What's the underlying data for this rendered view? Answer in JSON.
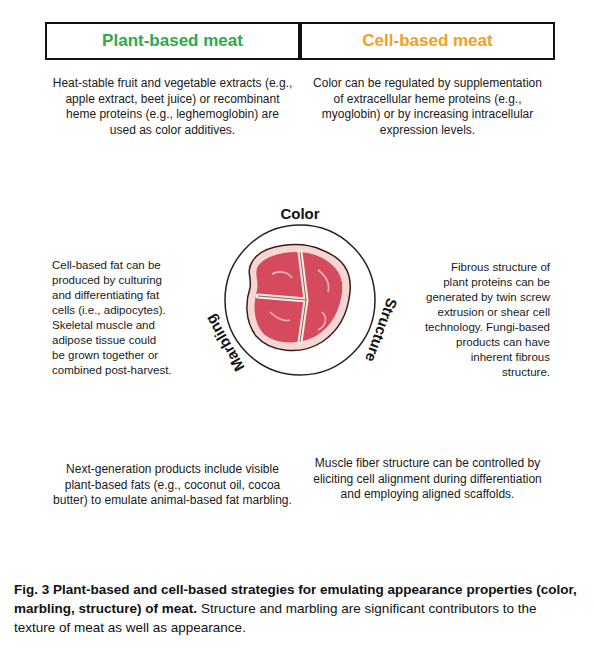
{
  "diagram": {
    "caption": "Fig. 3 Plant-based and cell-based strategies for emulating appearance properties (color, marbling, structure) of meat.",
    "nodes": [
      {
        "text": [
          "Plant-based meat"
        ]
      },
      {
        "text": [
          "Cell-based meat"
        ]
      },
      {
        "text": [
          "Heat-stable fruit and vegetable extracts (e.g., apple extract, beet juice) or recombinant heme proteins (e.g., leghemoglobin) are used as color additives."
        ]
      },
      {
        "text": [
          "Color can be regulated by supplementation of extracellular heme proteins (e.g., myoglobin) or by increasing intracellular expression levels."
        ]
      },
      {
        "text": [
          "Cell-based fat can be produced by culturing and differentiating fat cells (i.e., adipocytes). Skeletal muscle and adipose tissue could be grown together or combined post-harvest."
        ]
      },
      {
        "text": [
          "Color",
          "Structure",
          "Marbling"
        ]
      },
      {
        "text": [
          "Fibrous structure of plant proteins can be generated by twin screw extrusion or shear cell technology. Fungi-based products can have inherent fibrous structure."
        ]
      },
      {
        "text": [
          "Next-generation products include visible plant-based fats (e.g., coconut oil, cocoa butter) to emulate animal-based fat marbling."
        ]
      },
      {
        "text": [
          "Muscle fiber structure can be controlled by eliciting cell alignment during differentiation and employing aligned scaffolds."
        ]
      }
    ],
    "labels": [
      "Structure and marbling are significant contributors to the texture of meat as well as appearance."
    ]
  }
}
